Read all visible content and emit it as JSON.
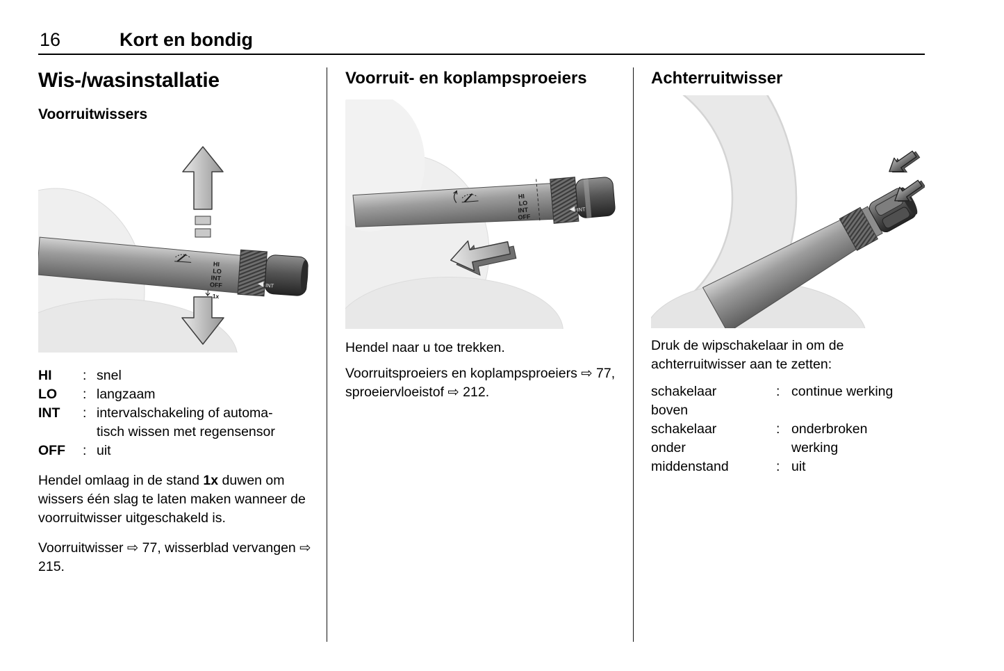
{
  "header": {
    "page_number": "16",
    "chapter": "Kort en bondig"
  },
  "col1": {
    "title": "Wis-/wasinstallatie",
    "subtitle": "Voorruitwissers",
    "legend": [
      {
        "term": "HI",
        "colon": ":",
        "desc": "snel"
      },
      {
        "term": "LO",
        "colon": ":",
        "desc": "langzaam"
      },
      {
        "term": "INT",
        "colon": ":",
        "desc": "intervalschakeling of automa-\ntisch wissen met regensensor"
      },
      {
        "term": "OFF",
        "colon": ":",
        "desc": "uit"
      }
    ],
    "para1_pre": "Hendel omlaag in de stand ",
    "para1_bold": "1x",
    "para1_post": " duwen om wissers één slag te laten maken wanneer de voorruitwisser uitgescha­keld is.",
    "para2": "Voorruitwisser ⇨ 77, wisserblad vervangen ⇨ 215."
  },
  "col2": {
    "title": "Voorruit- en koplampsproeiers",
    "para1": "Hendel naar u toe trekken.",
    "para2": "Voorruitsproeiers en koplampsproei­ers ⇨ 77, sproeiervloeistof ⇨ 212."
  },
  "col3": {
    "title": "Achterruitwisser",
    "para1": "Druk de wipschakelaar in om de achterruitwisser aan te zetten:",
    "table": [
      {
        "term": "schakelaar\nboven",
        "colon": ":",
        "desc": "continue werking"
      },
      {
        "term": "schakelaar\nonder",
        "colon": ":",
        "desc": "onderbroken\nwerking"
      },
      {
        "term": "middenstand",
        "colon": ":",
        "desc": "uit"
      }
    ]
  },
  "illus": {
    "stalk_labels": [
      "HI",
      "LO",
      "INT",
      "OFF"
    ],
    "one_x": "1x",
    "int_label": "INT"
  }
}
